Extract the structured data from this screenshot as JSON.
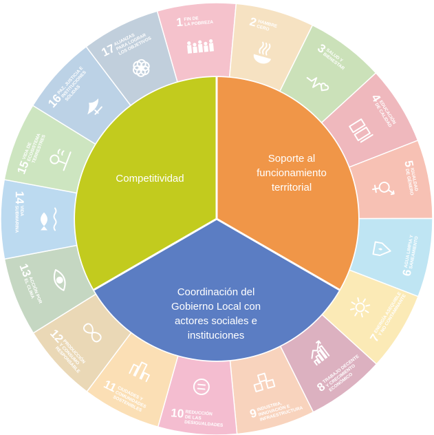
{
  "colors": {
    "competitividad": "#c2cb1e",
    "soporte": "#f09648",
    "coordinacion": "#5b7dc3",
    "divider": "#ffffff"
  },
  "center": {
    "competitividad": [
      "Competitividad"
    ],
    "soporte": [
      "Soporte al",
      "funcionamiento",
      "territorial"
    ],
    "coordinacion": [
      "Coordinación del",
      "Gobierno Local con",
      "actores sociales e",
      "instituciones"
    ]
  },
  "goals": [
    {
      "num": "1",
      "label": [
        "FIN DE",
        "LA POBREZA"
      ],
      "color": "#f5c2cc",
      "icon": "people-icon"
    },
    {
      "num": "2",
      "label": [
        "HAMBRE",
        "CERO"
      ],
      "color": "#f6e2c2",
      "icon": "bowl-icon"
    },
    {
      "num": "3",
      "label": [
        "SALUD Y",
        "BIENESTAR"
      ],
      "color": "#cbe1b9",
      "icon": "heartbeat-icon"
    },
    {
      "num": "4",
      "label": [
        "EDUCACIÓN",
        "DE CALIDAD"
      ],
      "color": "#efb8bd",
      "icon": "book-icon"
    },
    {
      "num": "5",
      "label": [
        "IGUALDAD",
        "DE GÉNERO"
      ],
      "color": "#f7c1b4",
      "icon": "gender-icon"
    },
    {
      "num": "6",
      "label": [
        "AGUA LIMPIA Y",
        "SANEAMIENTO"
      ],
      "color": "#bfe5f3",
      "icon": "water-drop-icon"
    },
    {
      "num": "7",
      "label": [
        "ENERGÍA ASEQUIBLE",
        "Y NO CONTAMINANTE"
      ],
      "color": "#fbeab6",
      "icon": "sun-icon"
    },
    {
      "num": "8",
      "label": [
        "TRABAJO DECENTE",
        "Y CRECIMIENTO",
        "ECONÓMICO"
      ],
      "color": "#dcb1c0",
      "icon": "growth-chart-icon"
    },
    {
      "num": "9",
      "label": [
        "INDUSTRIA,",
        "INNOVACIÓN E",
        "INFRAESTRUCTURA"
      ],
      "color": "#f8d3bd",
      "icon": "cubes-icon"
    },
    {
      "num": "10",
      "label": [
        "REDUCCIÓN",
        "DE LAS",
        "DESIGUALDADES"
      ],
      "color": "#f4bdd0",
      "icon": "equal-icon"
    },
    {
      "num": "11",
      "label": [
        "CIUDADES Y",
        "COMUNIDADES",
        "SOSTENIBLES"
      ],
      "color": "#fbdfb5",
      "icon": "city-icon"
    },
    {
      "num": "12",
      "label": [
        "PRODUCCIÓN",
        "Y CONSUMO",
        "RESPONSABLE"
      ],
      "color": "#ead8b6",
      "icon": "infinity-icon"
    },
    {
      "num": "13",
      "label": [
        "ACCIÓN POR",
        "EL CLIMA"
      ],
      "color": "#c5d7c2",
      "icon": "eye-icon"
    },
    {
      "num": "14",
      "label": [
        "VIDA",
        "SUBMARINA"
      ],
      "color": "#bcdaf0",
      "icon": "fish-icon"
    },
    {
      "num": "15",
      "label": [
        "VIDA DE",
        "ECOSISTEMA",
        "TERRESTRES"
      ],
      "color": "#cde5c0",
      "icon": "tree-icon"
    },
    {
      "num": "16",
      "label": [
        "PAZ, JUSTICIA E",
        "INSTITUCIONES",
        "SÓLIDAS"
      ],
      "color": "#bcd2e6",
      "icon": "dove-icon"
    },
    {
      "num": "17",
      "label": [
        "ALIANZAS",
        "PARA LOGRAR",
        "LOS OBJETIVOS"
      ],
      "color": "#c1cfdc",
      "icon": "flower-icon"
    }
  ]
}
